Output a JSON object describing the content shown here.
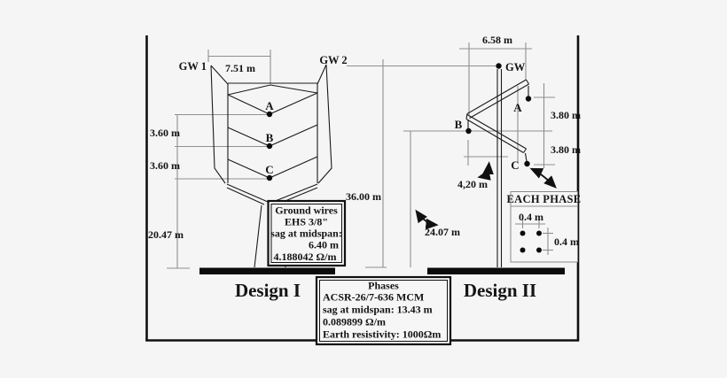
{
  "figure_type": "transmission-line-tower-designs-diagram",
  "colors": {
    "ink": "#141414",
    "dimension_gray": "#8f8f8f",
    "background": "#f5f5f6"
  },
  "design1": {
    "title": "Design I",
    "gw1_label": "GW 1",
    "gw2_label": "GW 2",
    "phase_a": "A",
    "phase_b": "B",
    "phase_c": "C",
    "dim_gw_half_span": "7.51 m",
    "dim_a_to_b": "3.60 m",
    "dim_b_to_c": "3.60 m",
    "dim_c_height": "20.47 m"
  },
  "design2": {
    "title": "Design II",
    "gw_label": "GW",
    "phase_a": "A",
    "phase_b": "B",
    "phase_c": "C",
    "dim_phase_span": "6.58 m",
    "dim_a_to_b": "3.80 m",
    "dim_b_to_c": "3.80 m",
    "dim_arm": "4,20 m",
    "dim_gw_height": "36.00 m",
    "dim_phase_height": "24.07 m"
  },
  "bundle_detail": {
    "title": "EACH PHASE",
    "dim_horizontal": "0.4 m",
    "dim_vertical": "0.4 m"
  },
  "ground_wires_box": {
    "line1": "Ground wires",
    "line2": "EHS 3/8\"",
    "line3": "sag at midspan:",
    "line4": "6.40 m",
    "line5": "4.188042 Ω/m"
  },
  "phases_box": {
    "title": "Phases",
    "line1": "ACSR-26/7-636 MCM",
    "line2": "sag at midspan: 13.43 m",
    "line3": "0.089899 Ω/m",
    "line4": "Earth resistivity: 1000Ωm"
  }
}
